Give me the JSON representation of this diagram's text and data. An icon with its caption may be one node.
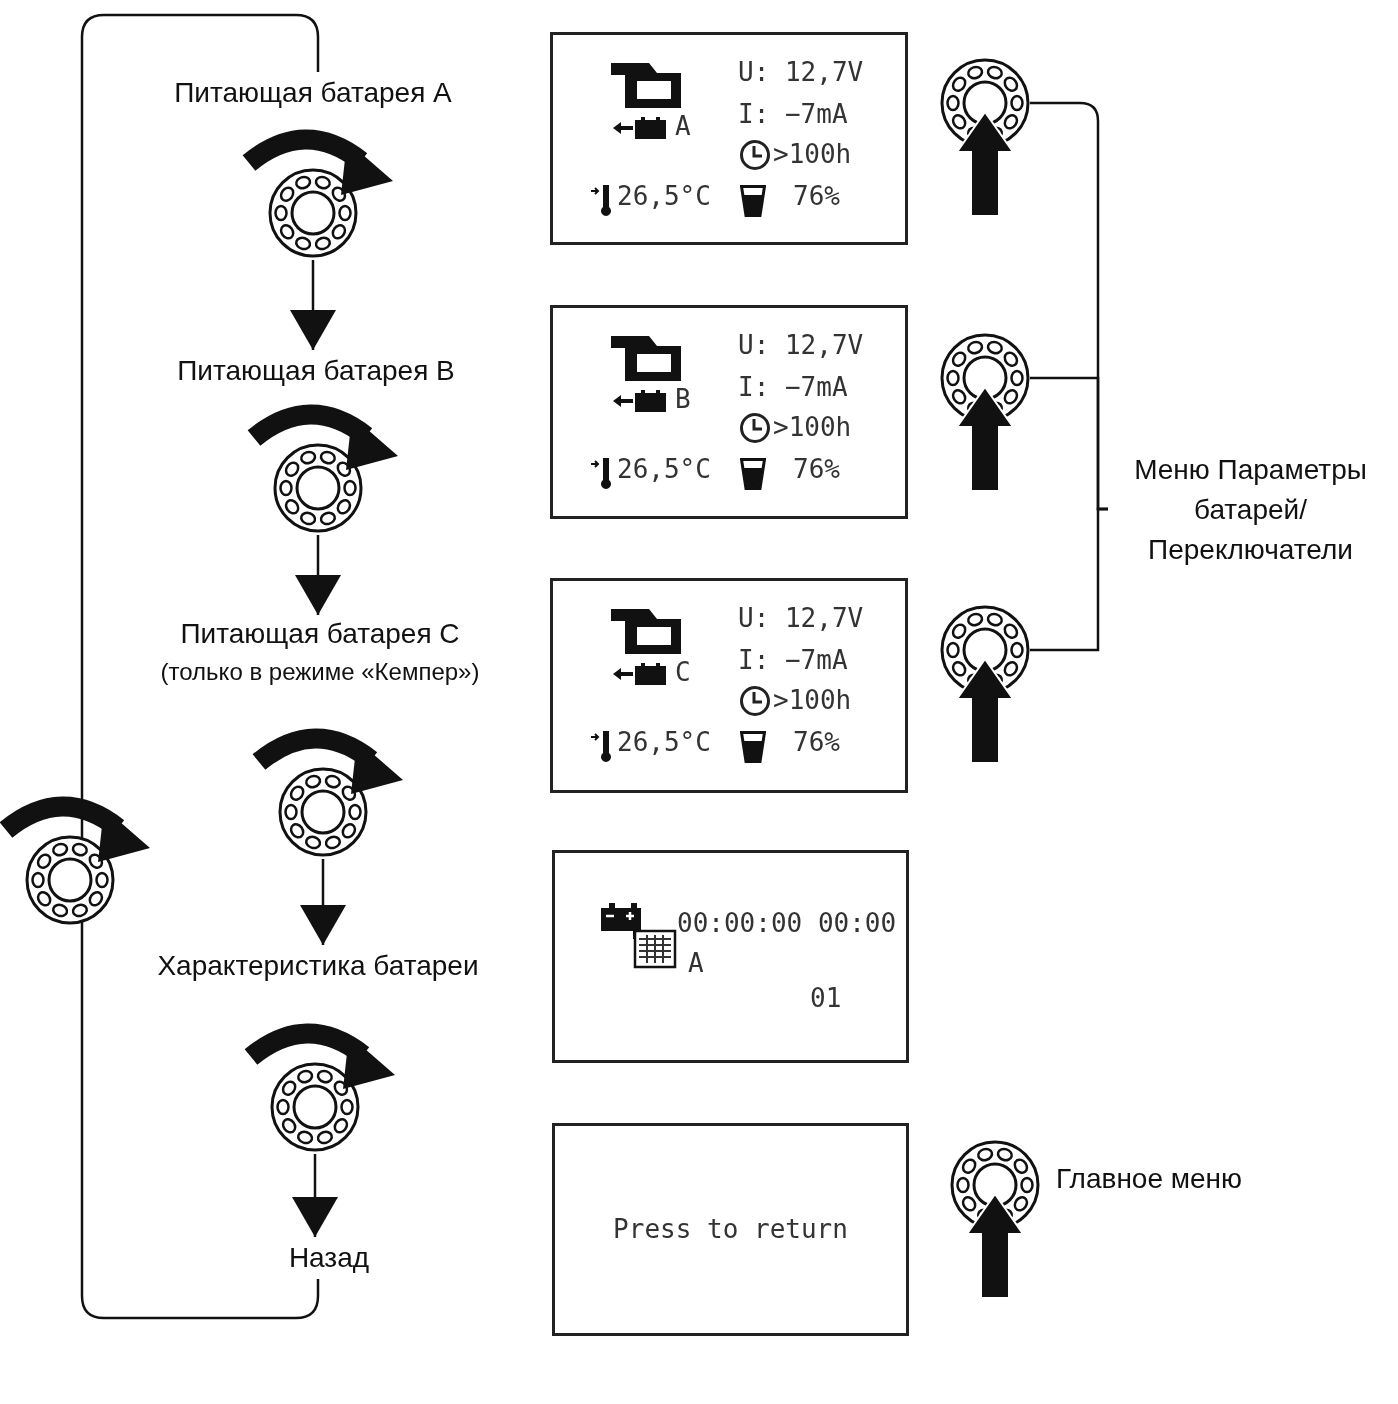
{
  "diagram": {
    "nodes": [
      {
        "text": [
          "Питающая батарея A"
        ]
      },
      {
        "text": [],
        "shape": "circle"
      },
      {
        "text": [
          "Питающая батарея  B"
        ]
      },
      {
        "text": [],
        "shape": "circle"
      },
      {
        "text": [
          "Питающая батарея C",
          "(только в режиме «Кемпер»)"
        ]
      },
      {
        "text": [],
        "shape": "circle"
      },
      {
        "text": [
          "Характеристика батареи"
        ]
      },
      {
        "text": [],
        "shape": "circle"
      },
      {
        "text": [
          "Назад"
        ]
      },
      {
        "text": [
          "U: 12,7V",
          "A",
          "I: −7mA",
          ">100h",
          "26,5°C",
          "76%"
        ]
      },
      {
        "text": [
          "U: 12,7V",
          "B",
          "I: −7mA",
          ">100h",
          "26,5°C",
          "76%"
        ]
      },
      {
        "text": [
          "U: 12,7V",
          "C",
          "I: −7mA",
          ">100h",
          "26,5°C",
          "76%"
        ]
      },
      {
        "text": [
          "00:00:00 00:00",
          "A",
          "01"
        ]
      },
      {
        "text": [
          "Press to return"
        ]
      },
      {
        "text": [],
        "shape": "circle"
      },
      {
        "text": [],
        "shape": "circle"
      },
      {
        "text": [],
        "shape": "circle"
      },
      {
        "text": [
          "Меню Параметры батарей/ Переключатели"
        ]
      }
    ],
    "edges": [
      {
        "from": 1,
        "to": 2,
        "arrow": "to"
      },
      {
        "from": 3,
        "to": 4,
        "arrow": "to"
      },
      {
        "from": 5,
        "to": 6,
        "arrow": "to"
      },
      {
        "from": 7,
        "to": 8,
        "arrow": "to"
      },
      {
        "from": 8,
        "to": 0,
        "arrow": "none"
      },
      {
        "from": 14,
        "to": 17,
        "arrow": "none"
      },
      {
        "from": 15,
        "to": 17,
        "arrow": "none"
      },
      {
        "from": 16,
        "to": 17,
        "arrow": "none"
      }
    ],
    "labels": [
      "Главное меню"
    ]
  }
}
